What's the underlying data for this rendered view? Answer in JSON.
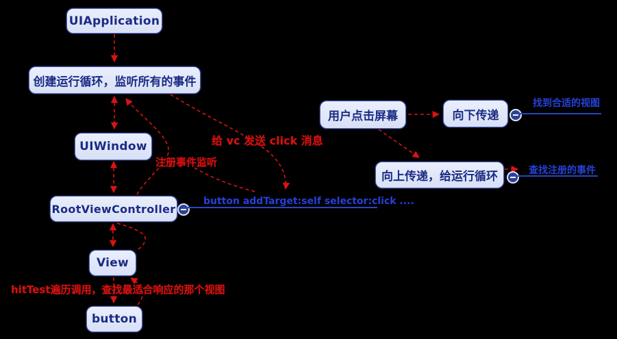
{
  "diagram": {
    "nodes": {
      "uiapplication": {
        "label": "UIApplication"
      },
      "runloop": {
        "label": "创建运行循环，监听所有的事件"
      },
      "uiwindow": {
        "label": "UIWindow"
      },
      "rootvc": {
        "label": "RootViewController"
      },
      "view": {
        "label": "View"
      },
      "button": {
        "label": "button"
      },
      "user_tap": {
        "label": "用户点击屏幕"
      },
      "pass_down": {
        "label": "向下传递"
      },
      "pass_up": {
        "label": "向上传递，给运行循环"
      }
    },
    "red_labels": {
      "send_click": "给 vc 发送 click 消息",
      "register_listener": "注册事件监听",
      "hittest": "hitTest遍历调用，查找最适合响应的那个视图"
    },
    "blue_notes": {
      "find_view": "找到合适的视图",
      "find_event": "查找注册的事件",
      "code": "button addTarget:self selector:click ...."
    },
    "colors": {
      "background": "#000000",
      "box_fill": "#dde4f7",
      "box_border": "#4c62c6",
      "box_text": "#1b2b84",
      "arrow_red": "#d81414",
      "note_blue": "#2641d8"
    }
  }
}
